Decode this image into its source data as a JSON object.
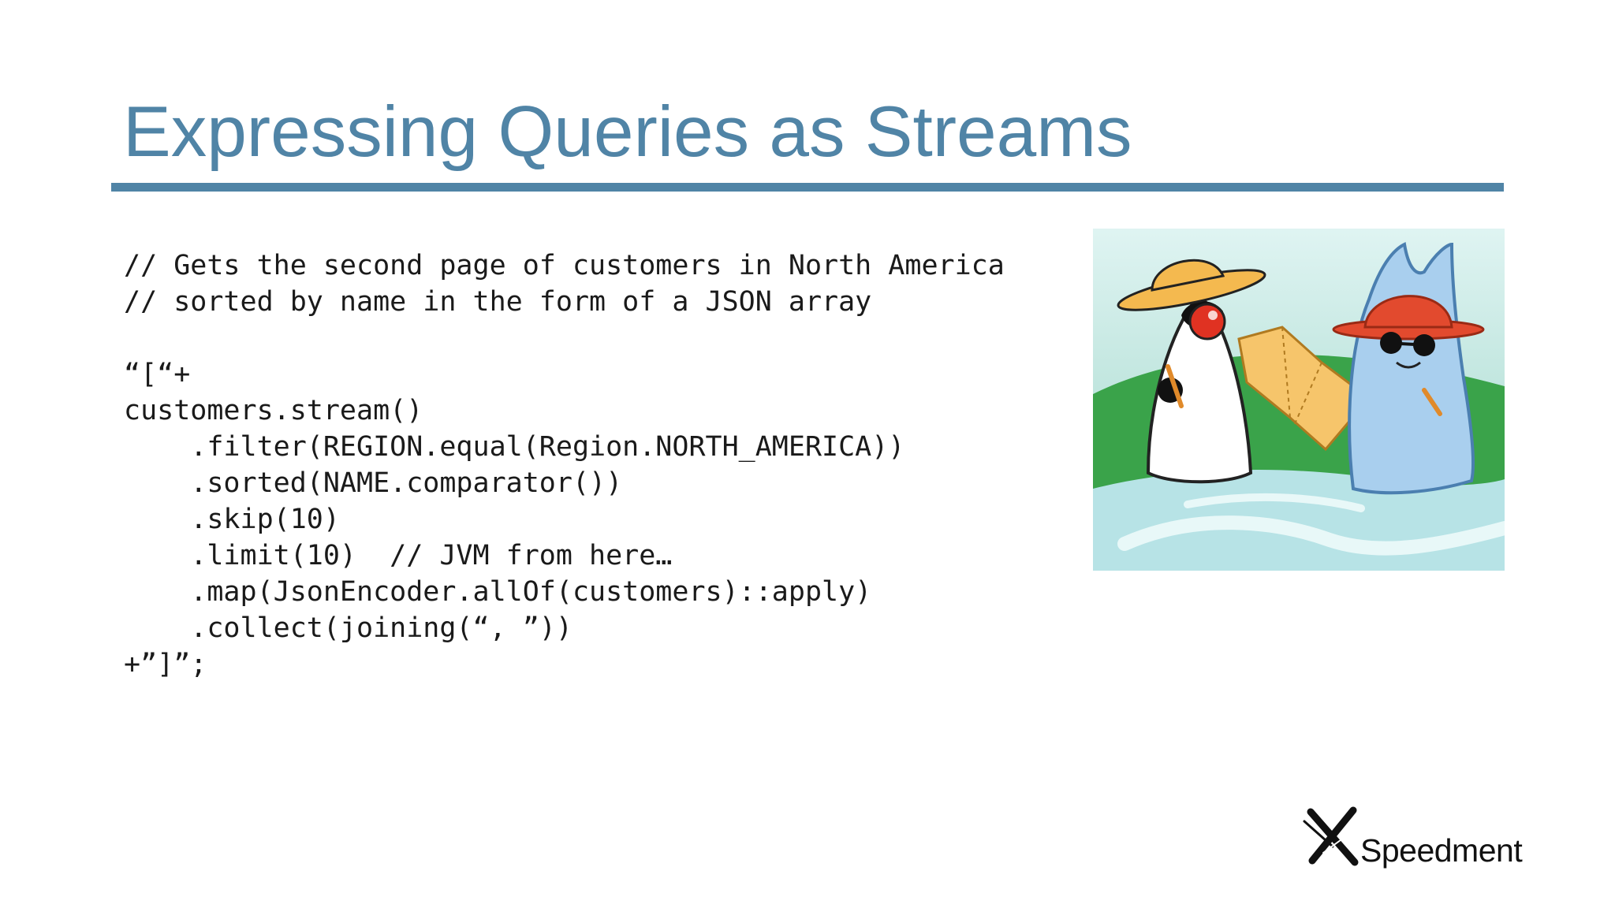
{
  "slide": {
    "title": "Expressing Queries as Streams"
  },
  "code": {
    "lines": [
      "// Gets the second page of customers in North America",
      "// sorted by name in the form of a JSON array",
      "",
      "“[“+",
      "customers.stream()",
      "    .filter(REGION.equal(Region.NORTH_AMERICA))",
      "    .sorted(NAME.comparator())",
      "    .skip(10)",
      "    .limit(10)  // JVM from here…",
      "    .map(JsonEncoder.allOf(customers)::apply)",
      "    .collect(joining(“, ”))",
      "+”]”;"
    ]
  },
  "illustration": {
    "colors": {
      "sky_top": "#dff4f2",
      "sky_bottom": "#9fd6c9",
      "hill": "#3aa34a",
      "water": "#b7e3e6",
      "duke_body": "#ffffff",
      "duke_nose": "#e03222",
      "straw_hat": "#f4b94f",
      "map": "#f6c56b",
      "creature_body": "#a9cfee",
      "creature_hat": "#e24a2e"
    }
  },
  "brand": {
    "name": "Speedment",
    "icon": "speedment-x-icon",
    "color": "#111111"
  },
  "theme": {
    "accent": "#5084a6",
    "text": "#1a1a1a",
    "background": "#ffffff"
  }
}
